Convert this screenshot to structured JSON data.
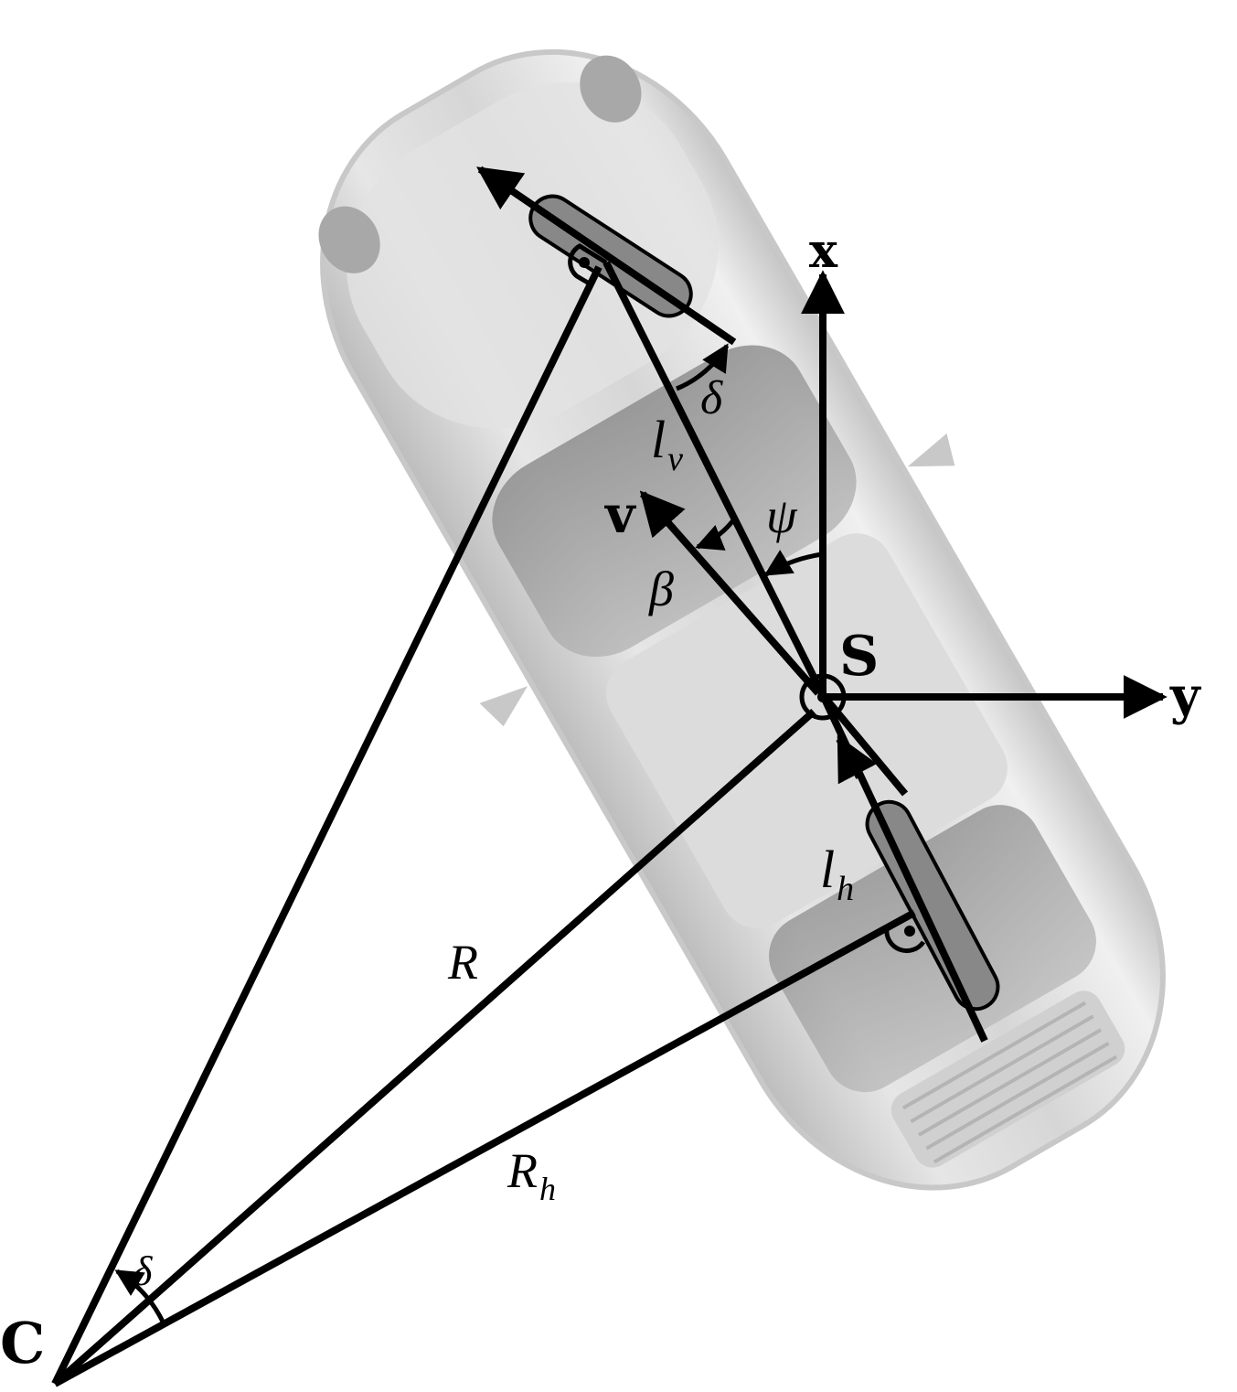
{
  "labels": {
    "x_axis": "x",
    "y_axis": "y",
    "cog": "S",
    "velocity": "v",
    "center": "C",
    "steer_front": "δ",
    "steer_center": "δ",
    "yaw": "ψ",
    "slip": "β",
    "front_len_base": "l",
    "front_len_sub": "v",
    "rear_len_base": "l",
    "rear_len_sub": "h",
    "radius": "R",
    "rear_radius_base": "R",
    "rear_radius_sub": "h"
  },
  "colors": {
    "line": "#000000",
    "wheel_fill": "#888888",
    "car_body": "#d4d4d4",
    "car_shadow": "#b0b0b0",
    "background": "#ffffff"
  }
}
